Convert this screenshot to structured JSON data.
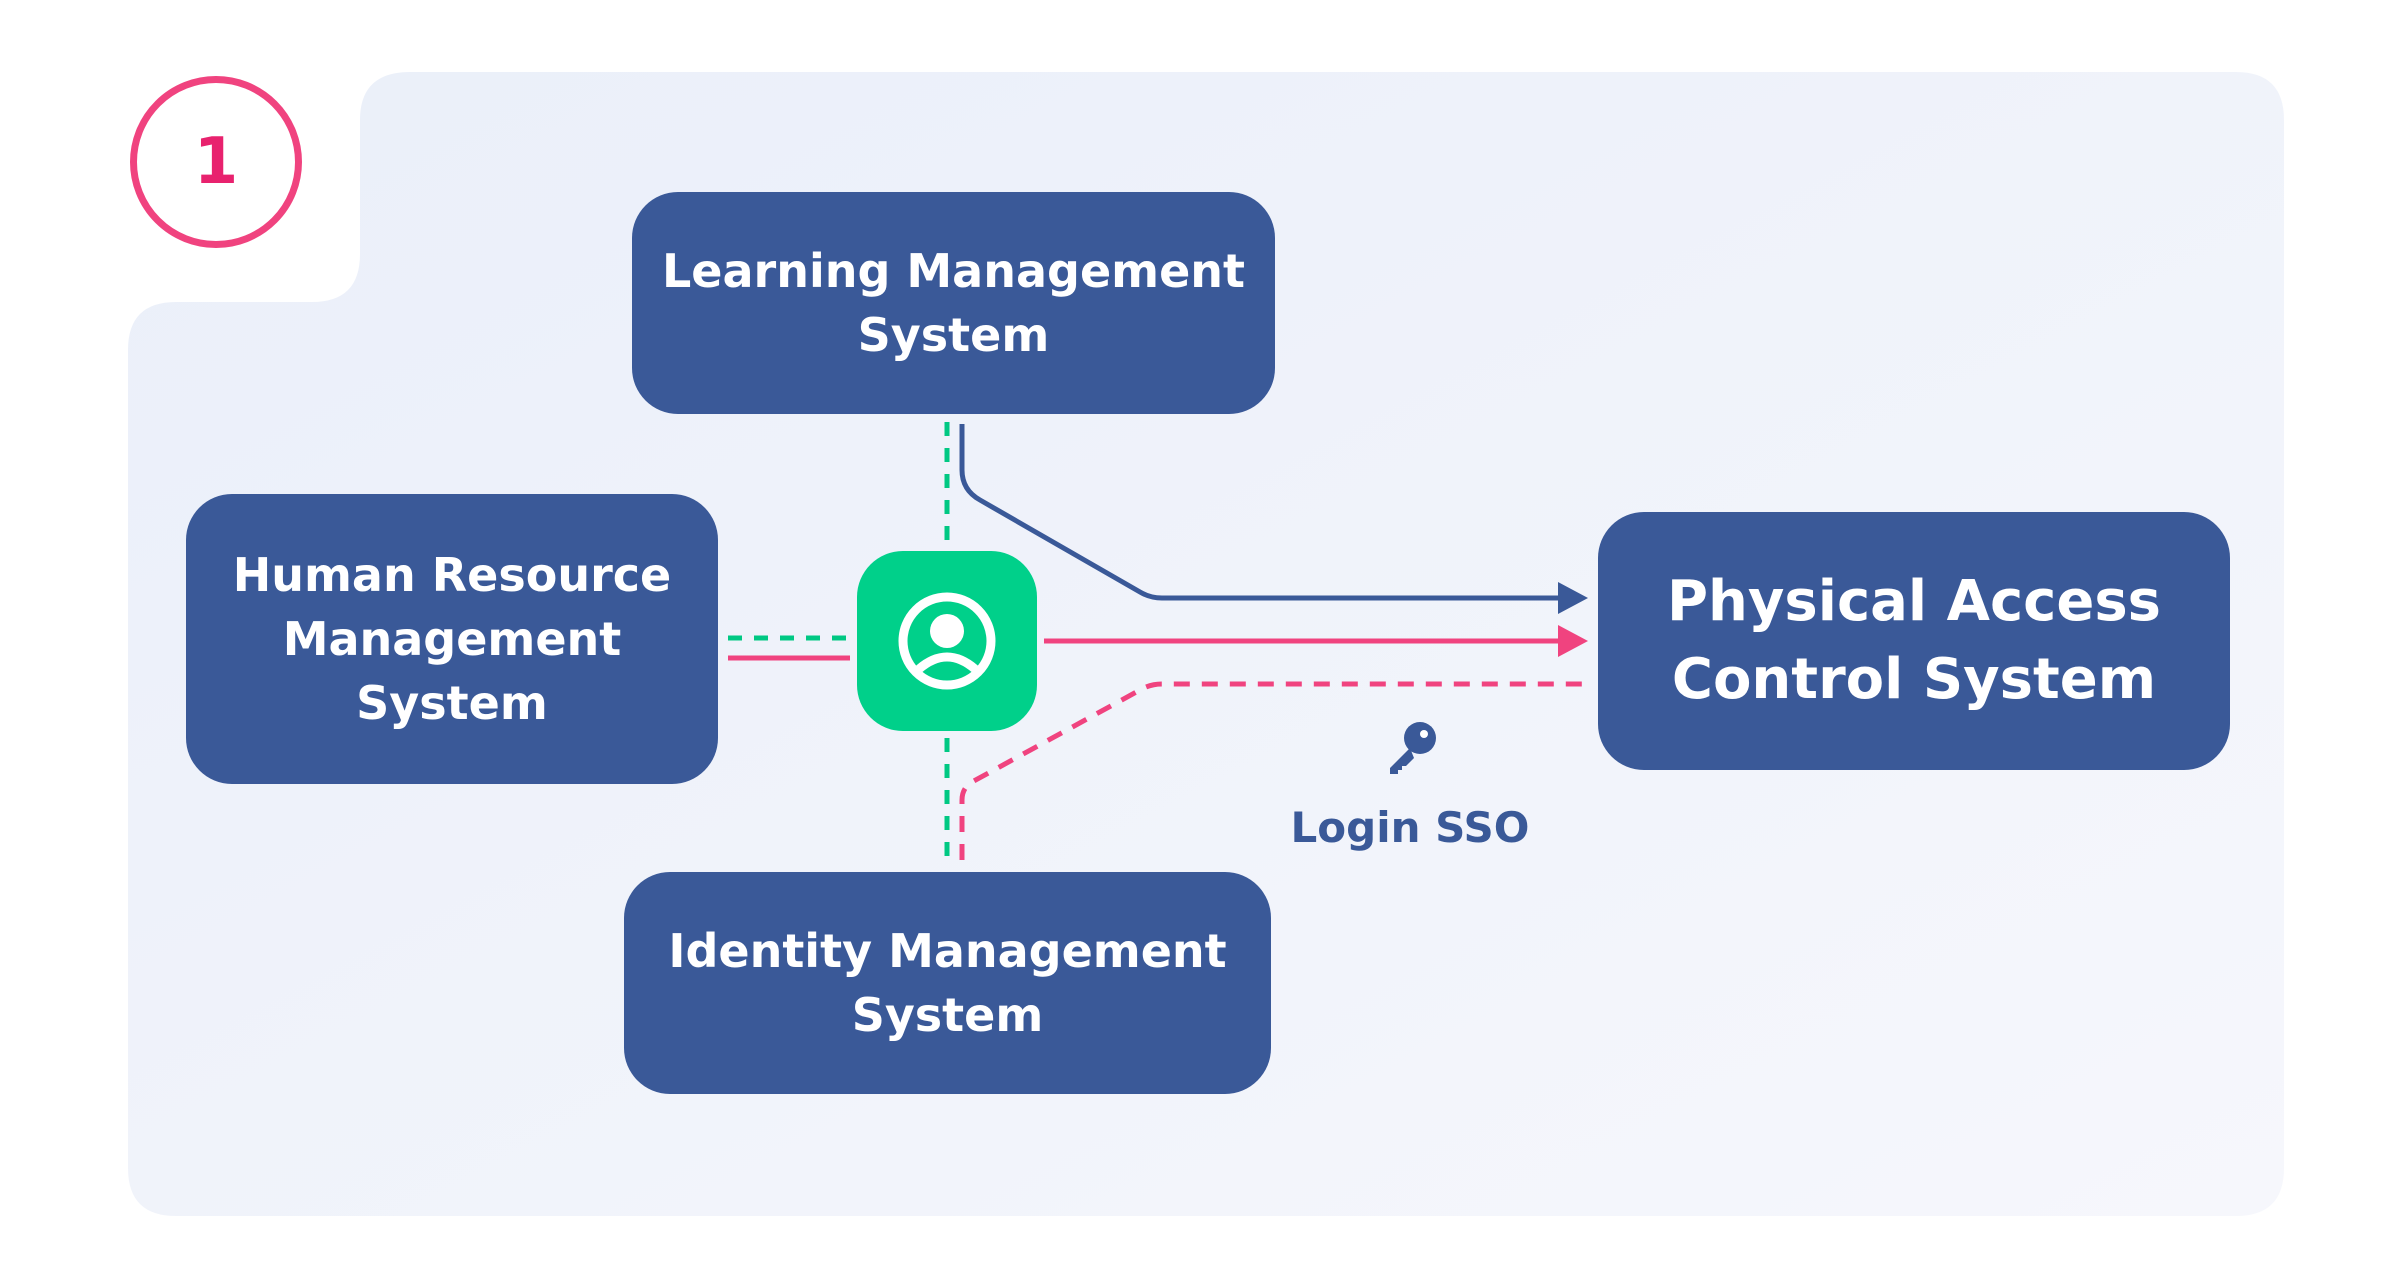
{
  "step": {
    "number": "1"
  },
  "nodes": {
    "lms": {
      "label": "Learning Management\nSystem"
    },
    "hrms": {
      "label": "Human Resource\nManagement\nSystem"
    },
    "ims": {
      "label": "Identity Management\nSystem"
    },
    "pacs": {
      "label": "Physical Access\nControl System"
    }
  },
  "hub": {
    "icon": "user-circle-icon"
  },
  "sso": {
    "label": "Login SSO",
    "icon": "key-icon"
  },
  "colors": {
    "node_fill": "#3a5998",
    "hub_fill": "#00d08a",
    "accent_pink": "#f0437f",
    "dashed_green": "#00c883",
    "background": "#eef2fa"
  }
}
